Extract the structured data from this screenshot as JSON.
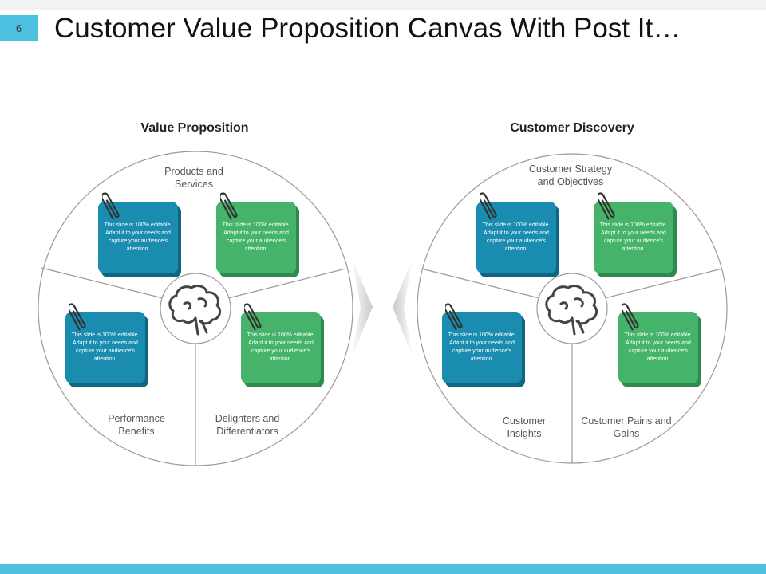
{
  "slide": {
    "number": "6",
    "title": "Customer Value Proposition Canvas With Post It…"
  },
  "sections": [
    {
      "title": "Value Proposition",
      "labels": {
        "top": "Products and\nServices",
        "bottom_left": "Performance\nBenefits",
        "bottom_right": "Delighters and\nDifferentiators"
      },
      "notes": [
        "This slide is 100% editable. Adapt it to your needs and capture your audience's attention.",
        "This slide is 100% editable. Adapt it to your needs and capture your audience's attention.",
        "This slide is 100% editable. Adapt it to your needs and capture your audience's attention.",
        "This slide is 100% editable. Adapt it to your needs and capture your audience's attention."
      ]
    },
    {
      "title": "Customer Discovery",
      "labels": {
        "top": "Customer Strategy\nand Objectives",
        "bottom_left": "Customer\nInsights",
        "bottom_right": "Customer Pains and\nGains"
      },
      "notes": [
        "This slide is 100% editable. Adapt it to your needs and capture your audience's attention.",
        "This slide is 100% editable. Adapt it to your needs and capture your audience's attention.",
        "This slide is 100% editable. Adapt it to your needs and capture your audience's attention.",
        "This slide is 100% editable. Adapt it to your needs and capture your audience's attention."
      ]
    }
  ],
  "icons": {
    "center": "brain-icon",
    "note_pin": "paperclip-icon",
    "divider": "chevron-arrows-icon"
  },
  "colors": {
    "accent": "#4ec0df",
    "note_blue": "#1a8cb0",
    "note_green": "#45b46a",
    "circle_stroke": "#9a9a9a"
  }
}
